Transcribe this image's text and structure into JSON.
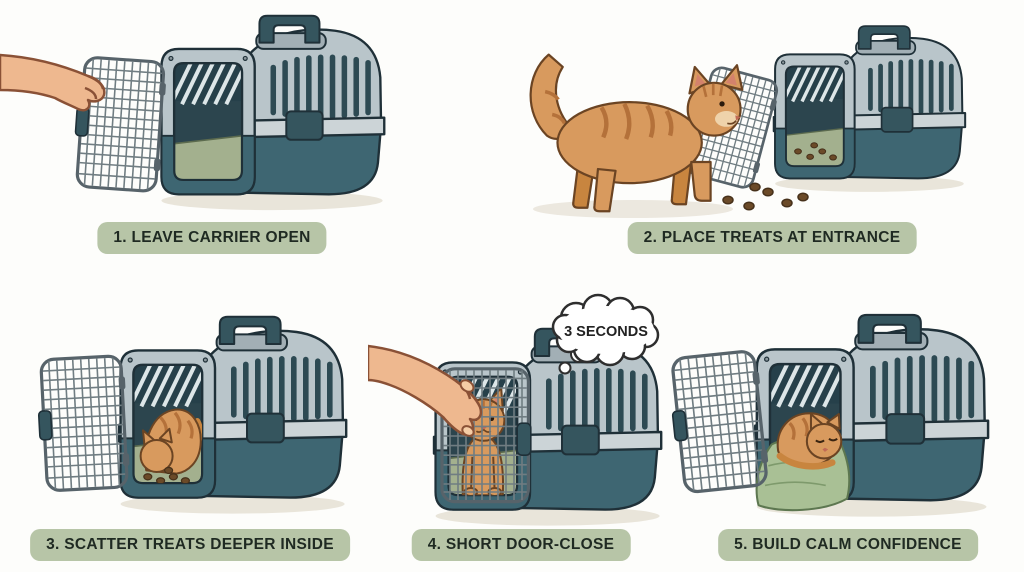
{
  "steps": [
    {
      "label": "1. LEAVE CARRIER OPEN"
    },
    {
      "label": "2. PLACE TREATS AT ENTRANCE"
    },
    {
      "label": "3. SCATTER TREATS DEEPER INSIDE"
    },
    {
      "label": "4. SHORT DOOR-CLOSE"
    },
    {
      "label": "5. BUILD CALM CONFIDENCE"
    }
  ],
  "annotations": {
    "thought_bubble": "3 SECONDS"
  },
  "colors": {
    "label_bg": "#b7c5a7",
    "label_text": "#1f2a22",
    "carrier_top_shell": "#b9c5ca",
    "carrier_bottom_shell": "#3e6672",
    "carrier_handle": "#35555e",
    "carrier_outline": "#1f3038",
    "carrier_interior": "#2c454e",
    "mat": "#a3b08e",
    "blanket": "#a9c095",
    "wire_door": "#707d82",
    "cat_fur": "#d89a5e",
    "cat_stripes": "#b4713a",
    "treat": "#6b4a28",
    "skin": "#eeb88f",
    "shadow": "#e9e5da",
    "background": "#fdfdfb"
  }
}
